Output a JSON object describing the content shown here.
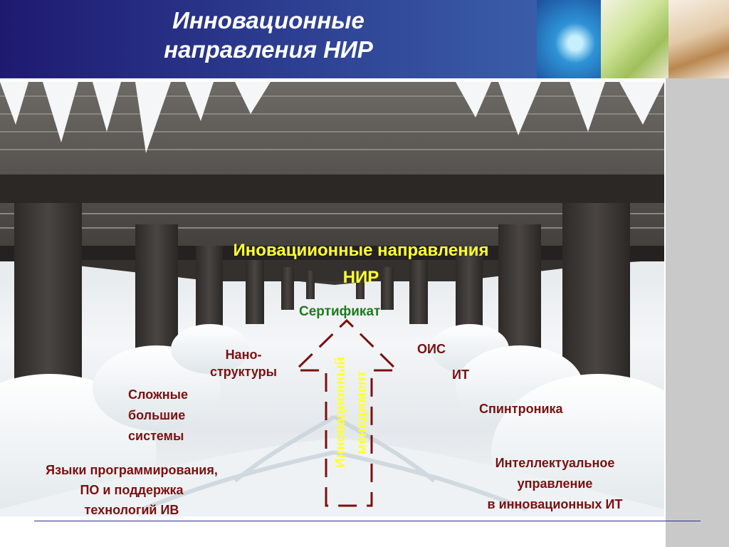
{
  "header": {
    "title": "Инновационные\nнаправления НИР"
  },
  "slide": {
    "main_title": "Иновациионные направления\nНИР",
    "certificate": "Сертификат",
    "arrow_label_line1": "Инновационный",
    "arrow_label_line2": "менеджмент",
    "nano": "Нано-\nструктуры",
    "ois": "ОИС",
    "it": "ИТ",
    "complex_systems": "Сложные\nбольшие\nсистемы",
    "spintronics": "Спинтроника",
    "languages": "Языки программирования,\nПО  и поддержка\nтехнологий ИВ",
    "intellectual": "Интеллектуальное\nуправление\nв инновационных ИТ"
  },
  "colors": {
    "header_bg": "#2d3f92",
    "title_yellow": "#ffff33",
    "label_red": "#7a1010",
    "label_green": "#1e7a1e",
    "arrow_red": "#7a1010"
  }
}
